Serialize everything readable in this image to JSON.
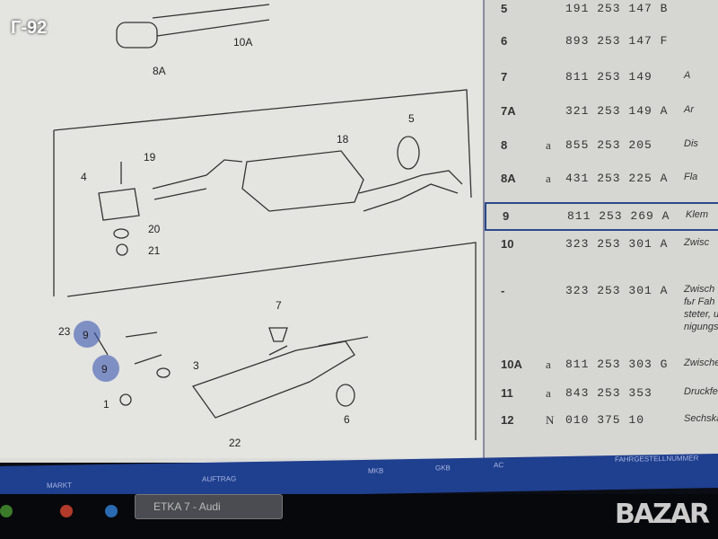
{
  "overlay_label": "Г-92",
  "diagram": {
    "callouts": [
      "8A",
      "10A",
      "5",
      "18",
      "19",
      "4",
      "20",
      "21",
      "7",
      "23",
      "9",
      "9",
      "3",
      "1",
      "6",
      "22"
    ]
  },
  "parts": [
    {
      "pos": "5",
      "mark": "",
      "number": "191 253 147 B",
      "desc": ""
    },
    {
      "pos": "6",
      "mark": "",
      "number": "893 253 147 F",
      "desc": ""
    },
    {
      "pos": "7",
      "mark": "",
      "number": "811 253 149",
      "desc": "A"
    },
    {
      "pos": "7A",
      "mark": "",
      "number": "321 253 149 A",
      "desc": "Ar"
    },
    {
      "pos": "8",
      "mark": "a",
      "number": "855 253 205",
      "desc": "Dis"
    },
    {
      "pos": "8A",
      "mark": "a",
      "number": "431 253 225 A",
      "desc": "Fla"
    },
    {
      "pos": "9",
      "mark": "",
      "number": "811 253 269 A",
      "desc": "Klem"
    },
    {
      "pos": "10",
      "mark": "",
      "number": "323 253 301 A",
      "desc": "Zwisc"
    },
    {
      "pos": "-",
      "mark": "",
      "number": "323 253 301 A",
      "desc": "Zwisch",
      "desc2": "fьr Fah",
      "desc3": "steter, u",
      "desc4": "nigungs"
    },
    {
      "pos": "10A",
      "mark": "a",
      "number": "811 253 303 G",
      "desc": "Zwischen"
    },
    {
      "pos": "11",
      "mark": "a",
      "number": "843 253 353",
      "desc": "Druckfede"
    },
    {
      "pos": "12",
      "mark": "N",
      "number": "010 375 10",
      "desc": "Sechskants"
    }
  ],
  "statusbar": {
    "markt": "MARKT",
    "auftrag": "AUFTRAG",
    "mkb": "MKB",
    "gkb": "GKB",
    "ac": "AC",
    "fahrgestell": "FAHRGESTELLNUMMER"
  },
  "taskbar": {
    "window": "ETKA 7 - Audi"
  },
  "logo": "BAZAR"
}
